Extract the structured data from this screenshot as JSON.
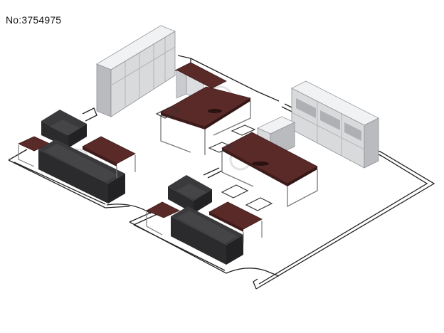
{
  "image_id_label": "No:3754975",
  "colors": {
    "wood_top": "#5a2a28",
    "wood_side": "#3e1c1b",
    "cabinet_front": "#d9dadc",
    "cabinet_top": "#f1f2f3",
    "cabinet_side": "#b9bbbe",
    "sofa_dark": "#2b2b2d",
    "sofa_mid": "#3a3a3c",
    "floor_line": "#222222",
    "watermark": "#e3e3e3"
  },
  "scene": {
    "items": [
      "floor-plan-outline",
      "storage-cabinet-left",
      "storage-cabinet-right",
      "executive-desk-l-shaped",
      "meeting-table",
      "lounge-set-left",
      "lounge-set-right",
      "visitor-chairs"
    ]
  }
}
